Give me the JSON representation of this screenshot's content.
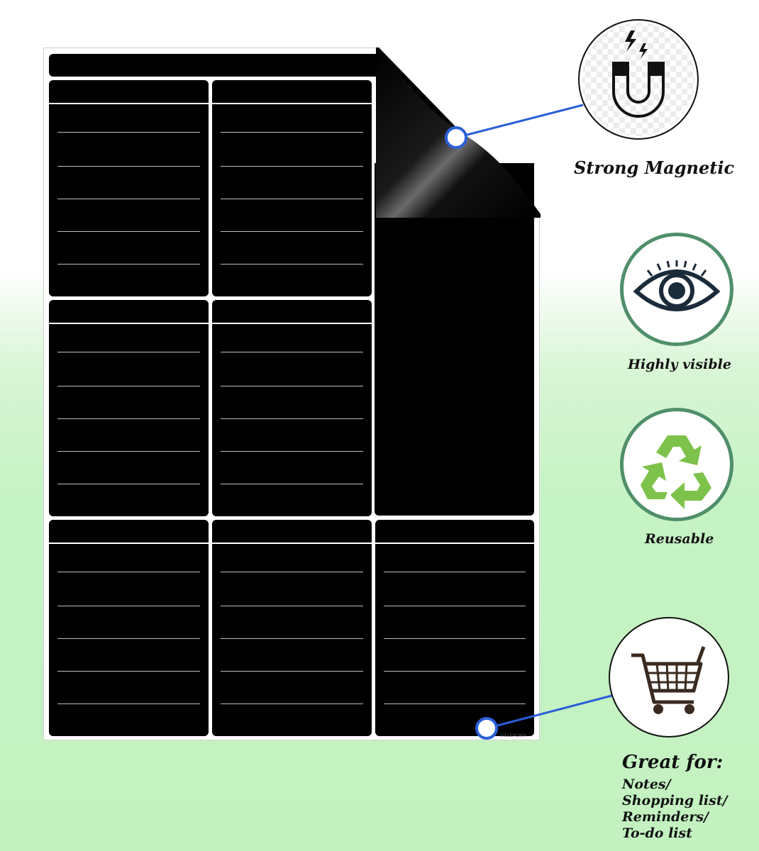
{
  "features": {
    "magnetic": {
      "label": "Strong Magnetic",
      "icon": "magnet-icon"
    },
    "visible": {
      "label": "Highly visible",
      "icon": "eye-icon"
    },
    "reusable": {
      "label": "Reusable",
      "icon": "recycle-icon"
    },
    "uses": {
      "icon": "shopping-cart-icon",
      "title": "Great for:",
      "items": [
        "Notes/",
        "Shopping list/",
        "Reminders/",
        "To-do list"
      ]
    }
  },
  "board": {
    "brand": "VILLEXUN®"
  },
  "colors": {
    "board": "#000000",
    "connector": "#2b5fd9",
    "eye_ring": "#4f8f6a",
    "recycle_ring": "#4f8f6a",
    "recycle_green": "#7dc24a",
    "background_green": "#c3f2c0"
  }
}
